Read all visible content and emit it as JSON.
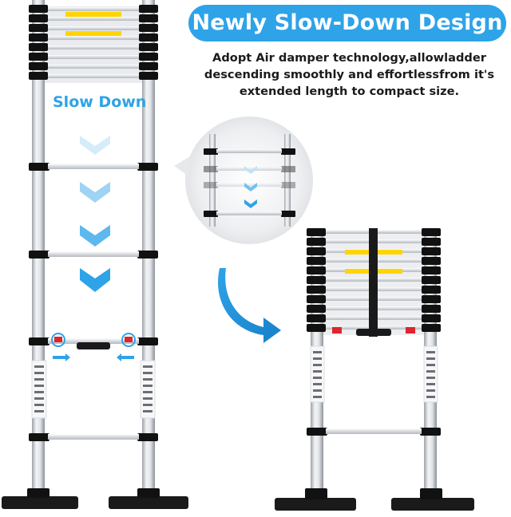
{
  "banner": {
    "title": "Newly Slow-Down Design"
  },
  "description": {
    "line1": "Adopt Air damper technology,allowladder",
    "line2": "descending smoothly and effortlessfrom it's",
    "line3": "extended length to compact size."
  },
  "labels": {
    "slow_down": "Slow Down"
  },
  "colors": {
    "accent": "#2ea3e8",
    "rail": "#c9ccd1",
    "cap": "#111111",
    "warning": "#ffd400",
    "tab": "#e0252b"
  },
  "icons": [
    "chevron-down-icon",
    "curved-arrow-icon",
    "arrow-right-icon",
    "arrow-left-icon"
  ]
}
